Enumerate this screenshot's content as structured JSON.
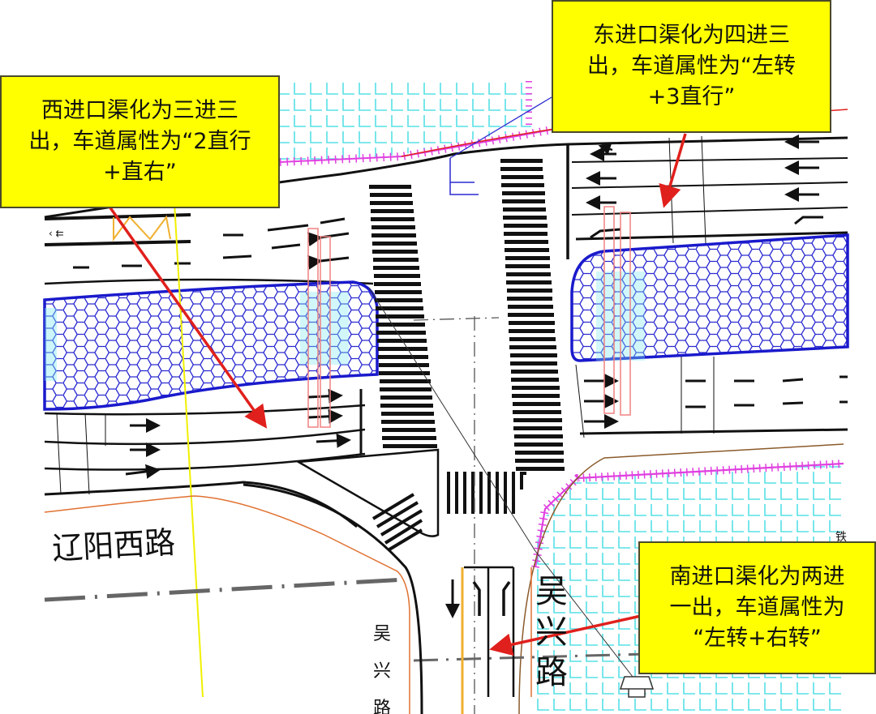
{
  "callouts": {
    "west": {
      "text": "西进口渠化为三进三\n出，车道属性为“2直行\n+直右”"
    },
    "east": {
      "text": "东进口渠化为四进三\n出，车道属性为“左转\n+3直行”"
    },
    "south": {
      "text": "南进口渠化为两进\n一出，车道属性为\n“左转+右转”"
    }
  },
  "road_labels": {
    "liaoyang_west": "辽阳西路",
    "wuxing_large": [
      "吴",
      "兴",
      "路"
    ],
    "wuxing_small": [
      "吴",
      "兴",
      "路"
    ],
    "east_edge_fragment": "铁"
  },
  "colors": {
    "callout_fill": "#ffff00",
    "arrow_red": "#e0201c",
    "island_blue": "#1a1acc",
    "greenbelt_cyan": "#55e0e6",
    "curb_magenta": "#e040e0",
    "signal_red": "#f08080",
    "edge_orange": "#e07030",
    "guide_yellow": "#f0f000"
  }
}
